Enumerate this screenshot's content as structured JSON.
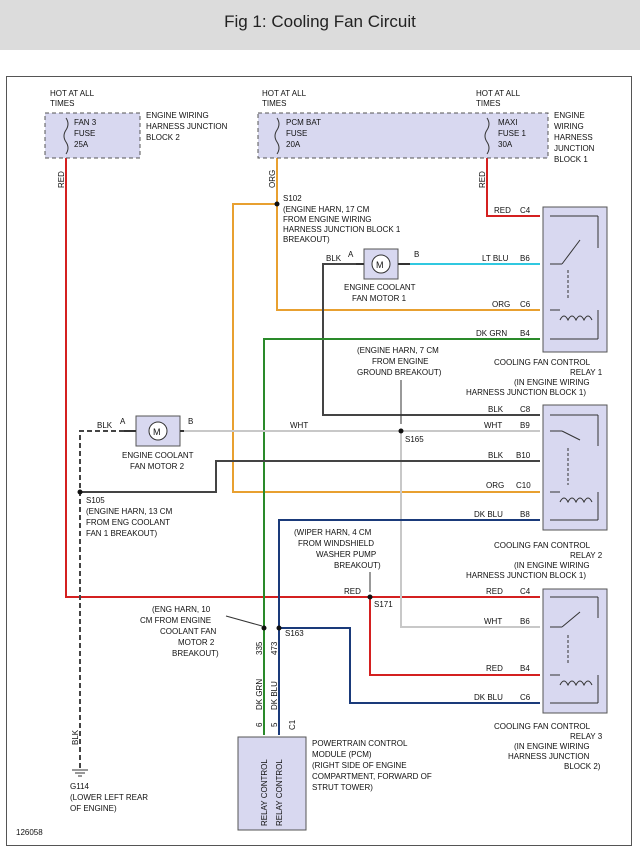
{
  "title": "Fig 1: Cooling Fan Circuit",
  "figure_number": "126058",
  "fuses": {
    "fan3": {
      "hot": [
        "HOT AT ALL",
        "TIMES"
      ],
      "label": [
        "FAN 3",
        "FUSE",
        "25A"
      ],
      "block": [
        "ENGINE WIRING",
        "HARNESS JUNCTION",
        "BLOCK 2"
      ]
    },
    "pcm": {
      "hot": [
        "HOT AT ALL",
        "TIMES"
      ],
      "label": [
        "PCM BAT",
        "FUSE",
        "20A"
      ]
    },
    "maxi": {
      "hot": [
        "HOT AT ALL",
        "TIMES"
      ],
      "label": [
        "MAXI",
        "FUSE 1",
        "30A"
      ],
      "block": [
        "ENGINE",
        "WIRING",
        "HARNESS",
        "JUNCTION",
        "BLOCK 1"
      ]
    }
  },
  "splices": {
    "s102": {
      "id": "S102",
      "desc": [
        "(ENGINE HARN, 17 CM",
        "FROM ENGINE WIRING",
        "HARNESS JUNCTION BLOCK 1",
        "BREAKOUT)"
      ]
    },
    "eng_harn_7": [
      "(ENGINE HARN, 7 CM",
      "FROM ENGINE",
      "GROUND BREAKOUT)"
    ],
    "s165": "S165",
    "s105": {
      "id": "S105",
      "desc": [
        "(ENGINE HARN, 13 CM",
        "FROM ENG COOLANT",
        "FAN 1 BREAKOUT)"
      ]
    },
    "wiper_harn": [
      "(WIPER HARN, 4 CM",
      "FROM WINDSHIELD",
      "WASHER PUMP",
      "BREAKOUT)"
    ],
    "s171": "S171",
    "eng_harn_10": [
      "(ENG HARN, 10",
      "CM FROM ENGINE",
      "COOLANT FAN",
      "MOTOR 2",
      "BREAKOUT)"
    ],
    "s163": "S163"
  },
  "motors": {
    "m1": {
      "a": "A",
      "b": "B",
      "label": [
        "ENGINE COOLANT",
        "FAN MOTOR 1"
      ]
    },
    "m2": {
      "a": "A",
      "b": "B",
      "label": [
        "ENGINE COOLANT",
        "FAN MOTOR 2"
      ]
    }
  },
  "relays": {
    "r1": {
      "label": [
        "COOLING FAN CONTROL",
        "RELAY 1",
        "(IN ENGINE WIRING",
        "HARNESS JUNCTION BLOCK 1)"
      ],
      "pins": [
        [
          "RED",
          "C4"
        ],
        [
          "LT BLU",
          "B6"
        ],
        [
          "ORG",
          "C6"
        ],
        [
          "DK GRN",
          "B4"
        ]
      ]
    },
    "r2": {
      "label": [
        "COOLING FAN CONTROL",
        "RELAY 2",
        "(IN ENGINE WIRING",
        "HARNESS JUNCTION BLOCK 1)"
      ],
      "pins": [
        [
          "BLK",
          "C8"
        ],
        [
          "WHT",
          "B9"
        ],
        [
          "BLK",
          "B10"
        ],
        [
          "ORG",
          "C10"
        ],
        [
          "DK BLU",
          "B8"
        ]
      ]
    },
    "r3": {
      "label": [
        "COOLING FAN CONTROL",
        "RELAY 3",
        "(IN ENGINE WIRING",
        "HARNESS JUNCTION",
        "BLOCK 2)"
      ],
      "pins": [
        [
          "RED",
          "C4"
        ],
        [
          "WHT",
          "B6"
        ],
        [
          "RED",
          "B4"
        ],
        [
          "DK BLU",
          "C6"
        ]
      ]
    }
  },
  "wires": {
    "red": "RED",
    "org": "ORG",
    "blk": "BLK",
    "wht": "WHT",
    "red171": "RED",
    "dkgrn": "DK GRN",
    "dkblu": "DK BLU",
    "c335": "335",
    "c473": "473",
    "pin6": "6",
    "pin5": "5",
    "pinC1": "C1"
  },
  "pcm": {
    "label": [
      "POWERTRAIN CONTROL",
      "MODULE (PCM)",
      "(RIGHT SIDE OF ENGINE",
      "COMPARTMENT, FORWARD OF",
      "STRUT TOWER)"
    ],
    "relay_control": "RELAY CONTROL"
  },
  "ground": {
    "id": "G114",
    "desc": [
      "(LOWER LEFT REAR",
      "OF ENGINE)"
    ]
  },
  "colors": {
    "red": "#d42020",
    "org": "#e8a030",
    "blk": "#444444",
    "wht": "#c8c8c8",
    "ltblu": "#30c8e0",
    "dkgrn": "#2a8a2a",
    "dkblu": "#1a3a7a",
    "box": "#d8d8f0"
  }
}
